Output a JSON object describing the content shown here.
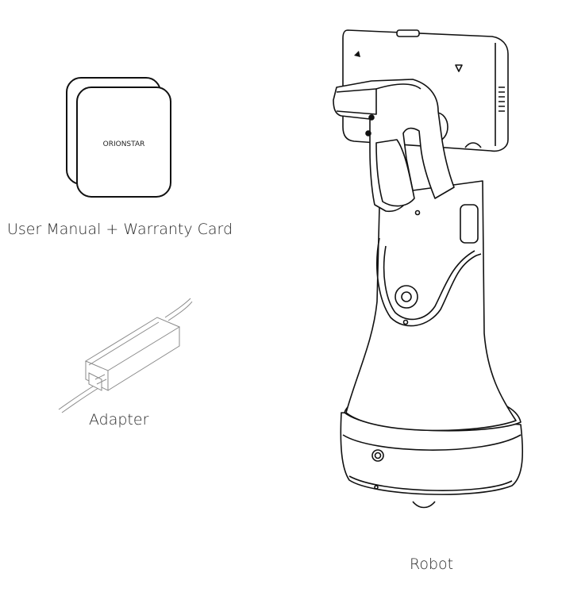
{
  "items": {
    "manual": {
      "label": "User Manual + Warranty Card",
      "brand_text": "ORIONSTAR"
    },
    "adapter": {
      "label": "Adapter"
    },
    "robot": {
      "label": "Robot"
    }
  },
  "colors": {
    "line": "#1a1a1a",
    "light_line": "#9a9a9a",
    "text": "#2a2a2a"
  }
}
